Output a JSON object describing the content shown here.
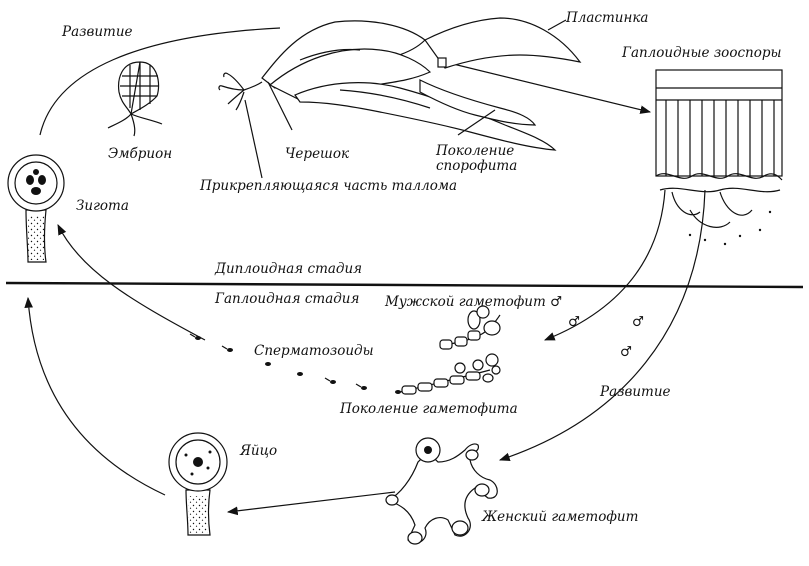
{
  "labels": {
    "development_top": "Развитие",
    "plate": "Пластинка",
    "haploid_zoospores": "Гаплоидные зооспоры",
    "embryo": "Эмбрион",
    "stipe": "Черешок",
    "sporophyte_generation": "Поколение спорофита",
    "holdfast": "Прикрепляющаяся часть таллома",
    "zygote": "Зигота",
    "diploid_stage": "Диплоидная стадия",
    "haploid_stage": "Гаплоидная стадия",
    "male_gametophyte": "Мужской гаметофит ♂",
    "spermatozoids": "Сперматозоиды",
    "gametophyte_generation": "Поколение гаметофита",
    "development_bottom": "Развитие",
    "egg": "Яйцо",
    "female_gametophyte": "Женский гаметофит",
    "male_symbol": "♂"
  },
  "colors": {
    "ink": "#111111",
    "background": "#ffffff"
  }
}
